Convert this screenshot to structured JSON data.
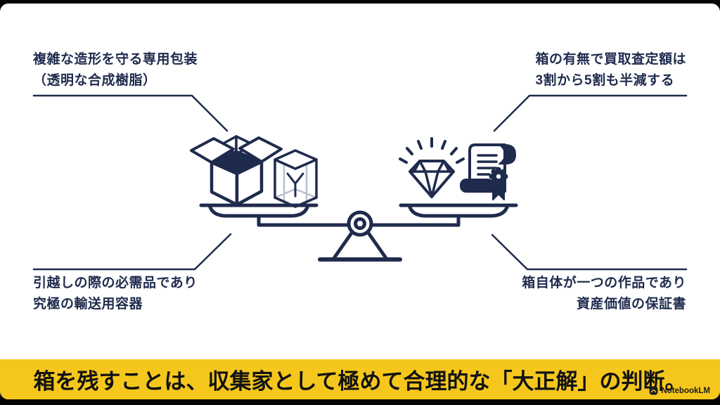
{
  "colors": {
    "background": "#050505",
    "content_bg": "#ffffff",
    "navy": "#1F2B4D",
    "banner_yellow": "#F5C71D",
    "banner_text": "#121212",
    "case_gray": "#B9C0CD"
  },
  "diagram": {
    "labels": {
      "top_left": {
        "line1": "複雑な造形を守る専用包装",
        "line2": "（透明な合成樹脂）"
      },
      "top_right": {
        "line1": "箱の有無で買取査定額は",
        "line2": "3割から5割も半減する"
      },
      "bottom_left": {
        "line1": "引越しの際の必需品であり",
        "line2": "究極の輸送用容器"
      },
      "bottom_right": {
        "line1": "箱自体が一つの作品であり",
        "line2": "資産価値の保証書"
      }
    },
    "icons": {
      "center": "balance-scale-icon",
      "left_pan": [
        "open-box-icon",
        "clear-case-icon"
      ],
      "right_pan": [
        "diamond-icon",
        "certificate-icon"
      ]
    }
  },
  "banner": {
    "text": "箱を残すことは、収集家として極めて合理的な「大正解」の判断。"
  },
  "watermark": {
    "text": "NotebookLM"
  }
}
